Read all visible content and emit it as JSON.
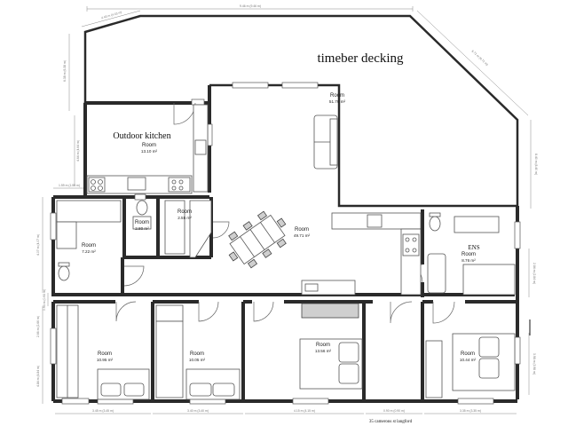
{
  "title": "timeber decking",
  "caption": "35 camerons st langford",
  "outdoor_kitchen_label": "Outdoor kitchen",
  "ens_label": "ENS",
  "rooms": {
    "living": {
      "name": "Room",
      "area": "51.70 m²"
    },
    "outdoor_kitchen": {
      "name": "Room",
      "area": "13.10 m²"
    },
    "small_a": {
      "name": "Room",
      "area": "2.80 m²"
    },
    "small_b": {
      "name": "Room",
      "area": "2.55 m²"
    },
    "laundry": {
      "name": "Room",
      "area": "7.22 m²"
    },
    "main": {
      "name": "Room",
      "area": "49.71 m²"
    },
    "ensuite": {
      "name": "Room",
      "area": "8.76 m²"
    },
    "bed1": {
      "name": "Room",
      "area": "10.95 m²"
    },
    "bed2": {
      "name": "Room",
      "area": "10.05 m²"
    },
    "bed3": {
      "name": "Room",
      "area": "13.56 m²"
    },
    "bed4": {
      "name": "Room",
      "area": "10.44 m²"
    }
  },
  "dimensions": {
    "top": "9.46 m (9.46 m)",
    "top_left_wall": "4.43 m (4.43 m)",
    "diag_right": "6.71 m (6.71 m)",
    "right_upper": "8.40 m (8.40 m)",
    "left_upper": "6.38 m (6.38 m)",
    "left_ok": "4.64 m (4.64 m)",
    "step_left": "1.59 m (1.59 m)",
    "mid_left": "4.07 m (4.07 m)",
    "step_small": "0.93 m (0.93 m)",
    "left_lower_a": "2.66 m (2.66 m)",
    "left_lower_b": "4.84 m (4.84 m)",
    "right_lower_a": "2.84 m (2.84 m)",
    "right_lower_b": "3.98 m (3.98 m)",
    "bottom_1": "3.45 m (3.45 m)",
    "bottom_2": "3.40 m (3.40 m)",
    "bottom_3": "4.15 m (4.15 m)",
    "bottom_4": "0.90 m (0.90 m)",
    "bottom_5": "3.35 m (3.35 m)"
  }
}
